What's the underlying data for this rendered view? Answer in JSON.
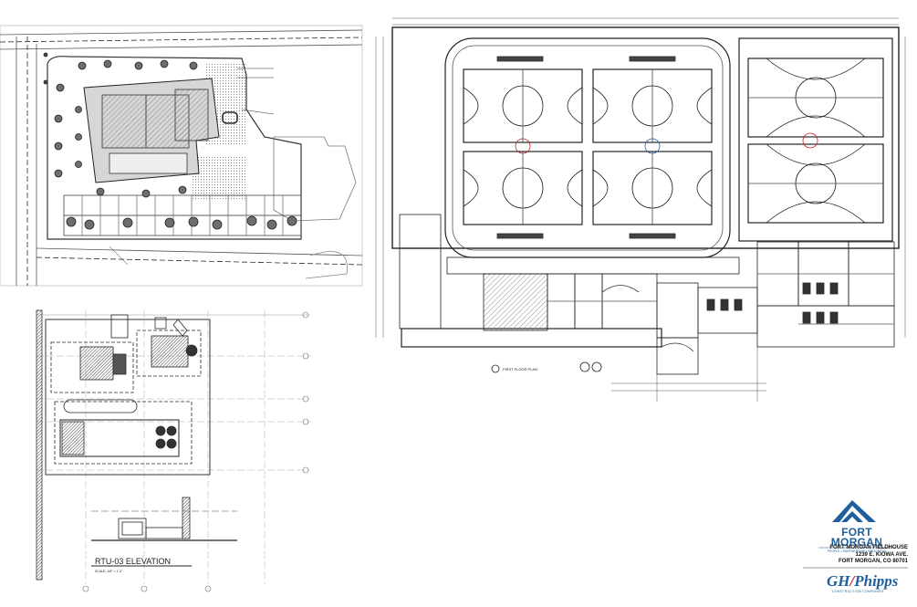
{
  "plan_labels": {
    "first_floor_plan": "FIRST FLOOR PLAN",
    "rtu_elevation": "RTU-03 ELEVATION",
    "rtu_scale": "SCALE: 1/8\" = 1'-0\""
  },
  "title_block": {
    "brand_line1": "FORT",
    "brand_line2": "MORGAN",
    "tagline": "PEOPLE • PARTNERSHIP • PROGRESS",
    "project_name": "FORT MORGAN FIELDHOUSE",
    "address_line1": "1239 E. KIOWA AVE.",
    "address_line2": "FORT MORGAN, CO 80701",
    "contractor_gh": "GH",
    "contractor_slash": "/",
    "contractor_name": "Phipps",
    "contractor_sub": "CONSTRUCTION COMPANIES"
  },
  "colors": {
    "line": "#2a2a2a",
    "hatch": "#6b6b6b",
    "brand_blue": "#1f5f9e",
    "accent_red": "#c21f2c"
  }
}
